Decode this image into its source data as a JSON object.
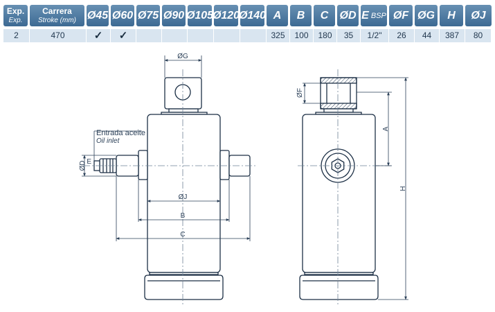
{
  "spec_table": {
    "columns": [
      {
        "key": "exp",
        "label": "Exp.",
        "sub": "Exp."
      },
      {
        "key": "carrera",
        "label": "Carrera",
        "sub": "Stroke (mm)"
      },
      {
        "key": "d45",
        "label": "Ø45"
      },
      {
        "key": "d60",
        "label": "Ø60"
      },
      {
        "key": "d75",
        "label": "Ø75"
      },
      {
        "key": "d90",
        "label": "Ø90"
      },
      {
        "key": "d105",
        "label": "Ø105"
      },
      {
        "key": "d120",
        "label": "Ø120"
      },
      {
        "key": "d140",
        "label": "Ø140"
      },
      {
        "key": "a",
        "label": "A"
      },
      {
        "key": "b",
        "label": "B"
      },
      {
        "key": "c",
        "label": "C"
      },
      {
        "key": "od",
        "label": "ØD"
      },
      {
        "key": "e",
        "label": "E",
        "sub": "BSP"
      },
      {
        "key": "of",
        "label": "ØF"
      },
      {
        "key": "og",
        "label": "ØG"
      },
      {
        "key": "h",
        "label": "H"
      },
      {
        "key": "oj",
        "label": "ØJ"
      }
    ],
    "row": {
      "exp": "2",
      "carrera": "470",
      "d45": "✓",
      "d60": "✓",
      "d75": "",
      "d90": "",
      "d105": "",
      "d120": "",
      "d140": "",
      "a": "325",
      "b": "100",
      "c": "180",
      "od": "35",
      "e": "1/2\"",
      "of": "26",
      "og": "44",
      "h": "387",
      "oj": "80"
    }
  },
  "drawing": {
    "front_labels": {
      "og": "ØG",
      "oj": "ØJ",
      "b": "B",
      "c": "C",
      "od": "ØD",
      "e": "E",
      "oil_inlet_es": "Entrada aceite",
      "oil_inlet_en": "Oil inlet"
    },
    "side_labels": {
      "of": "ØF",
      "a": "A",
      "h": "H"
    },
    "colors": {
      "line": "#1c2f45",
      "dim": "#2a3f57",
      "center": "#6f8296",
      "header": "#4a77a0",
      "cell": "#d9e5f0"
    }
  }
}
